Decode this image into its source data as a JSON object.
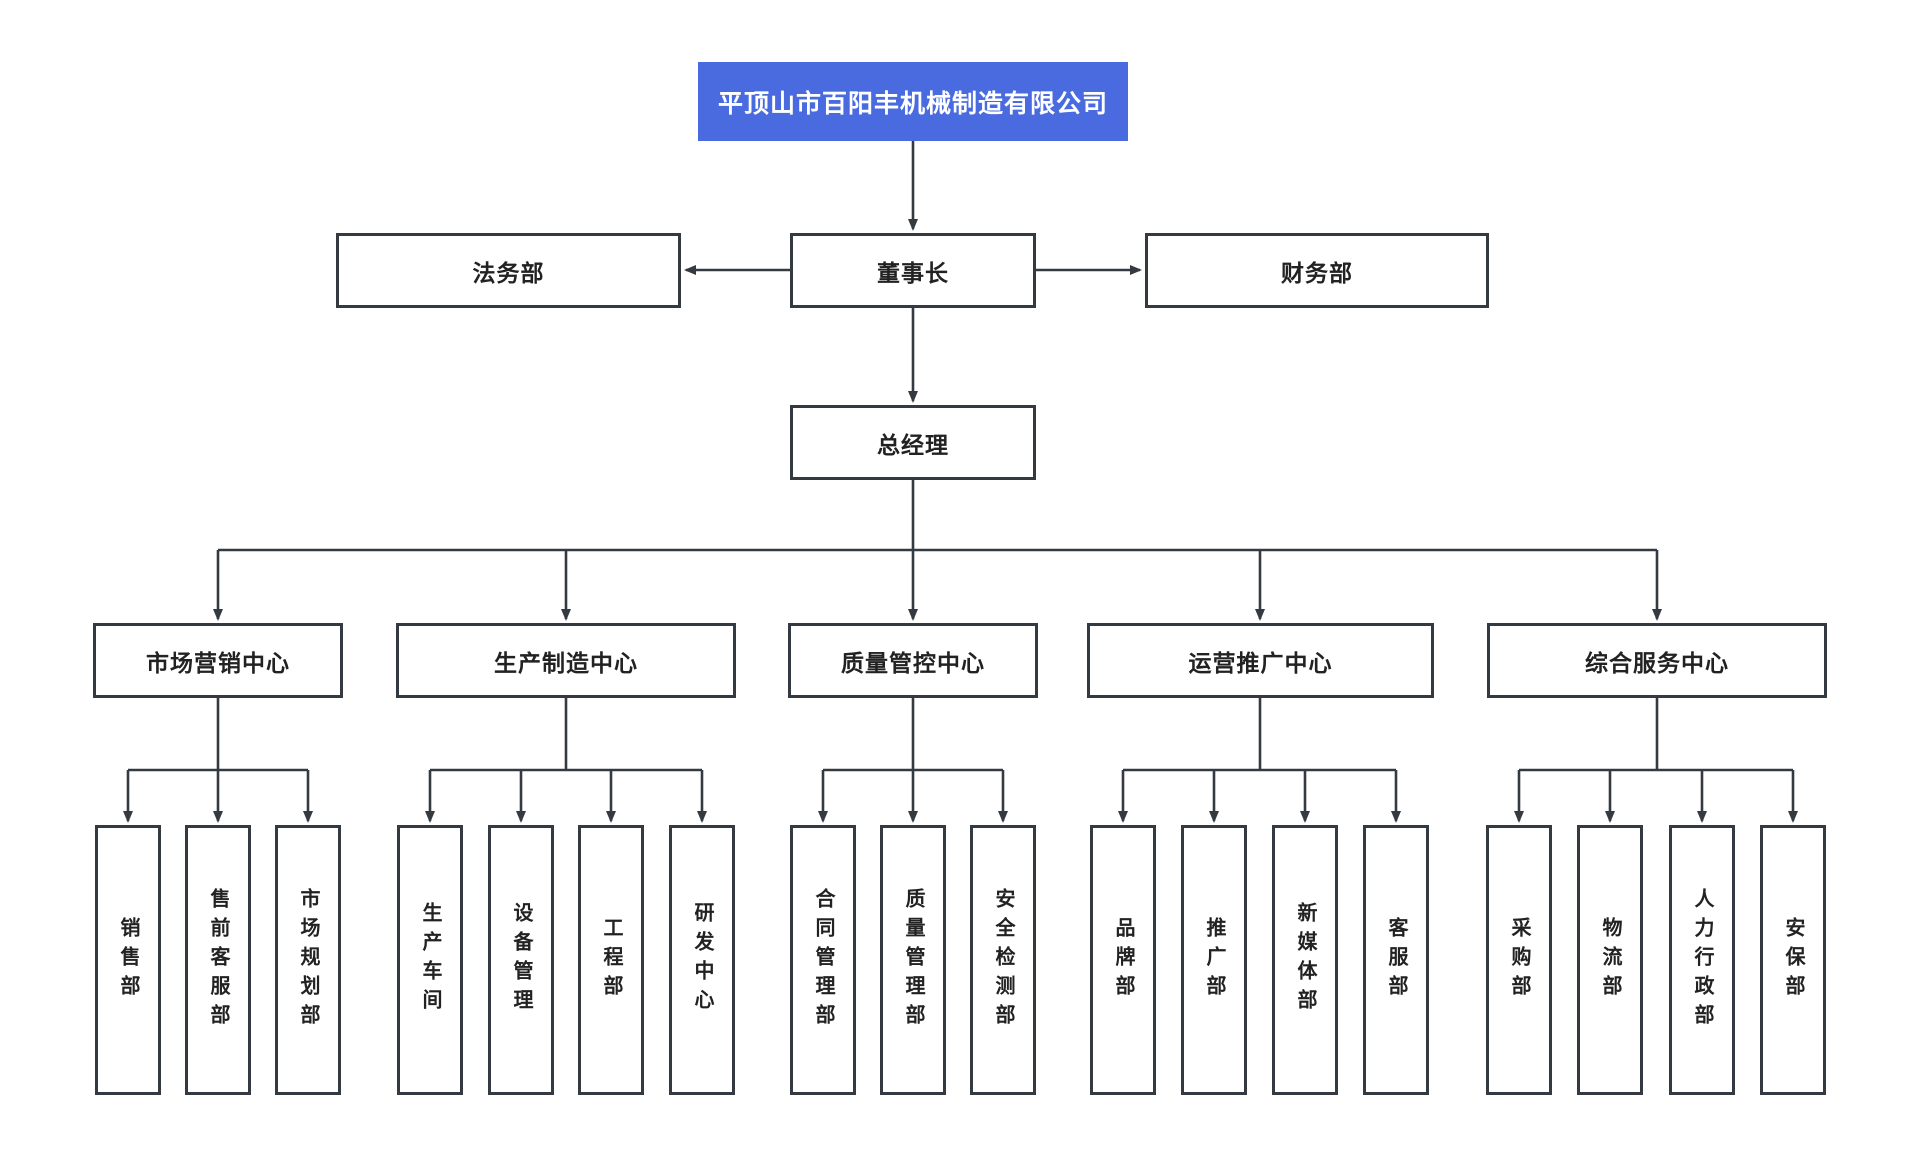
{
  "colors": {
    "accent_blue": "#4a6be0",
    "line": "#333a42",
    "box_border": "#333a42",
    "header_text": "#222222",
    "root_text": "#ffffff",
    "background": "#ffffff"
  },
  "org": {
    "root": "平顶山市百阳丰机械制造有限公司",
    "level2": {
      "left": "法务部",
      "center": "董事长",
      "right": "财务部"
    },
    "level3": "总经理",
    "centers": [
      {
        "label": "市场营销中心",
        "departments": [
          "销售部",
          "售前客服部",
          "市场规划部"
        ]
      },
      {
        "label": "生产制造中心",
        "departments": [
          "生产车间",
          "设备管理",
          "工程部",
          "研发中心"
        ]
      },
      {
        "label": "质量管控中心",
        "departments": [
          "合同管理部",
          "质量管理部",
          "安全检测部"
        ]
      },
      {
        "label": "运营推广中心",
        "departments": [
          "品牌部",
          "推广部",
          "新媒体部",
          "客服部"
        ]
      },
      {
        "label": "综合服务中心",
        "departments": [
          "采购部",
          "物流部",
          "人力行政部",
          "安保部"
        ]
      }
    ]
  }
}
